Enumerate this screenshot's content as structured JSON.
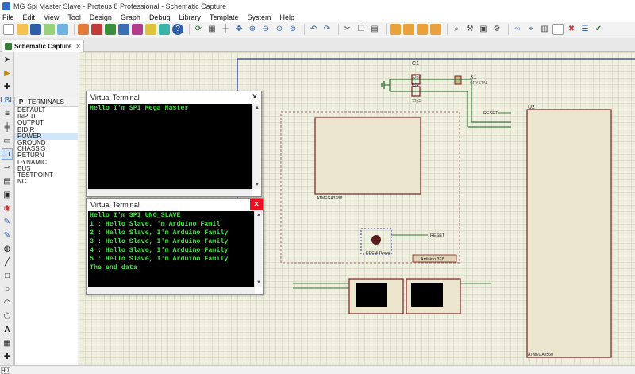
{
  "window": {
    "title": "MG Spi Master Slave - Proteus 8 Professional - Schematic Capture"
  },
  "menu": [
    "File",
    "Edit",
    "View",
    "Tool",
    "Design",
    "Graph",
    "Debug",
    "Library",
    "Template",
    "System",
    "Help"
  ],
  "toolbar_icons": [
    "new-file-icon",
    "open-folder-icon",
    "save-icon",
    "import-icon",
    "export-icon",
    "home-icon",
    "schematic-icon",
    "pcb-icon",
    "3d-icon",
    "gerber-icon",
    "bom-icon",
    "source-code-icon",
    "help-icon",
    "refresh-icon",
    "grid-icon",
    "origin-icon",
    "pan-icon",
    "zoom-in-icon",
    "zoom-out-icon",
    "zoom-all-icon",
    "zoom-area-icon",
    "undo-icon",
    "redo-icon",
    "cut-icon",
    "copy-icon",
    "paste-icon",
    "block-copy-icon",
    "block-move-icon",
    "block-rotate-icon",
    "block-delete-icon",
    "pick-device-icon",
    "make-device-icon",
    "packaging-icon",
    "decompose-icon",
    "wire-autorouter-icon",
    "search-tag-icon",
    "property-assign-icon",
    "new-sheet-icon",
    "remove-sheet-icon",
    "design-explorer-icon",
    "electrical-rule-icon"
  ],
  "tab": {
    "label": "Schematic Capture"
  },
  "terminals_panel": {
    "mode": "P",
    "header": "TERMINALS",
    "items": [
      "DEFAULT",
      "INPUT",
      "OUTPUT",
      "BIDIR",
      "POWER",
      "GROUND",
      "CHASSIS",
      "RETURN",
      "DYNAMIC",
      "BUS",
      "TESTPOINT",
      "NC"
    ],
    "selected": "POWER"
  },
  "statusbar": {
    "zoom": "90"
  },
  "vt1": {
    "title": "Virtual Terminal",
    "close": "✕",
    "lines": [
      "Hello I'm SPI Mega_Master"
    ]
  },
  "vt2": {
    "title": "Virtual Terminal",
    "close": "✕",
    "lines": [
      "Hello I'm SPI UNO_SLAVE",
      "1 : Hello Slave, 'm Arduino Famil",
      "2 : Hello Slave, I'm Arduino Family",
      "3 : Hello Slave, I'm Arduino Family",
      "4 : Hello Slave, I'm Arduino Family",
      "5 : Hello Slave, I'm Arduino Family",
      "The end data"
    ]
  },
  "schematic": {
    "c1": {
      "ref": "C1",
      "value": "22pF"
    },
    "c2": {
      "ref": "C2",
      "value": "22pF"
    },
    "x1": {
      "ref": "X1",
      "value": "CRYSTAL"
    },
    "reset_label": "RESET",
    "u2": {
      "ref": "U2",
      "part": "ATMEGA2560"
    },
    "uno_chip": {
      "part": "ATMEGA328P"
    },
    "arduino_label": "Arduino 328",
    "reset_button_label": "RESET",
    "rec_label": "REC & Reset"
  }
}
